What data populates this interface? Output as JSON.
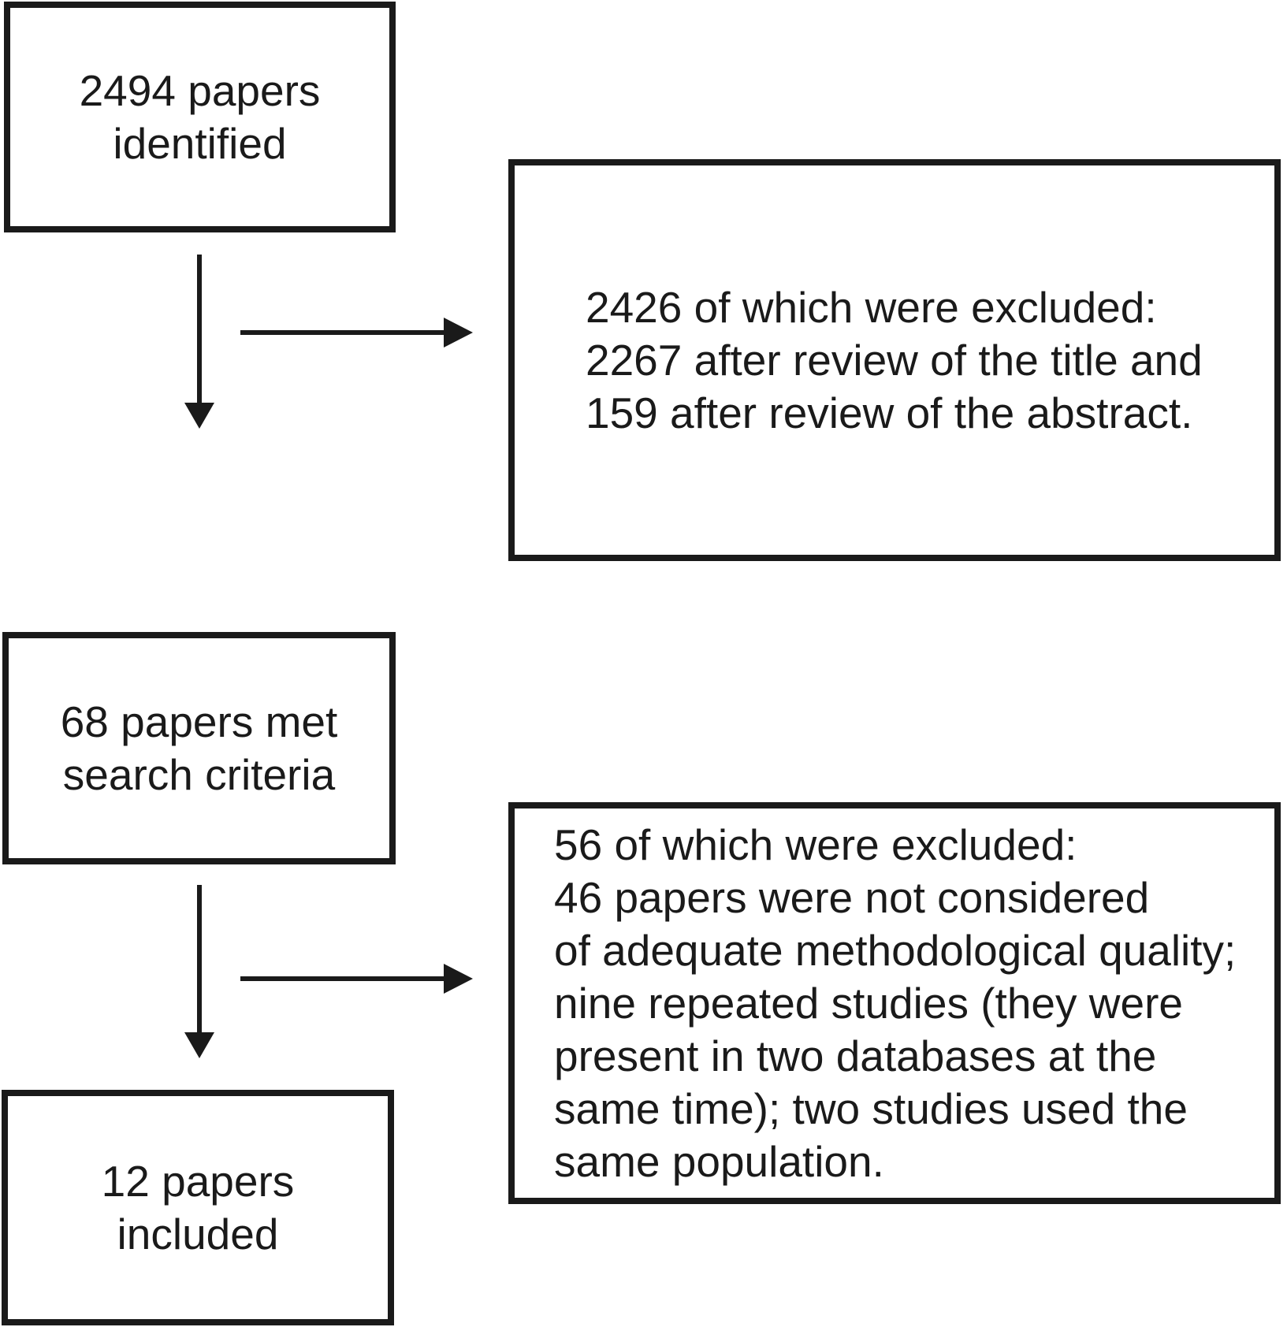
{
  "diagram": {
    "type": "flowchart",
    "colors": {
      "line": "#1a1a1a",
      "background": "#ffffff",
      "text": "#1a1a1a"
    },
    "nodes": [
      {
        "id": "identified",
        "count": 2494,
        "text": "2494 papers\nidentified"
      },
      {
        "id": "excluded-stage1",
        "count": 2426,
        "text": "2426 of which were excluded:\n2267 after review of the title and\n159 after review of the abstract."
      },
      {
        "id": "met-criteria",
        "count": 68,
        "text": "68 papers met\nsearch criteria"
      },
      {
        "id": "excluded-stage2",
        "count": 56,
        "text": "56 of which were excluded:\n46 papers were not considered\nof adequate methodological quality;\nnine repeated studies (they were\npresent in two databases at the\nsame time); two studies used the\nsame population."
      },
      {
        "id": "included",
        "count": 12,
        "text": "12 papers\nincluded"
      }
    ],
    "edges": [
      {
        "from": "identified",
        "to": "met-criteria",
        "direction": "down"
      },
      {
        "from": "identified",
        "to": "excluded-stage1",
        "direction": "right"
      },
      {
        "from": "met-criteria",
        "to": "included",
        "direction": "down"
      },
      {
        "from": "met-criteria",
        "to": "excluded-stage2",
        "direction": "right"
      }
    ]
  }
}
